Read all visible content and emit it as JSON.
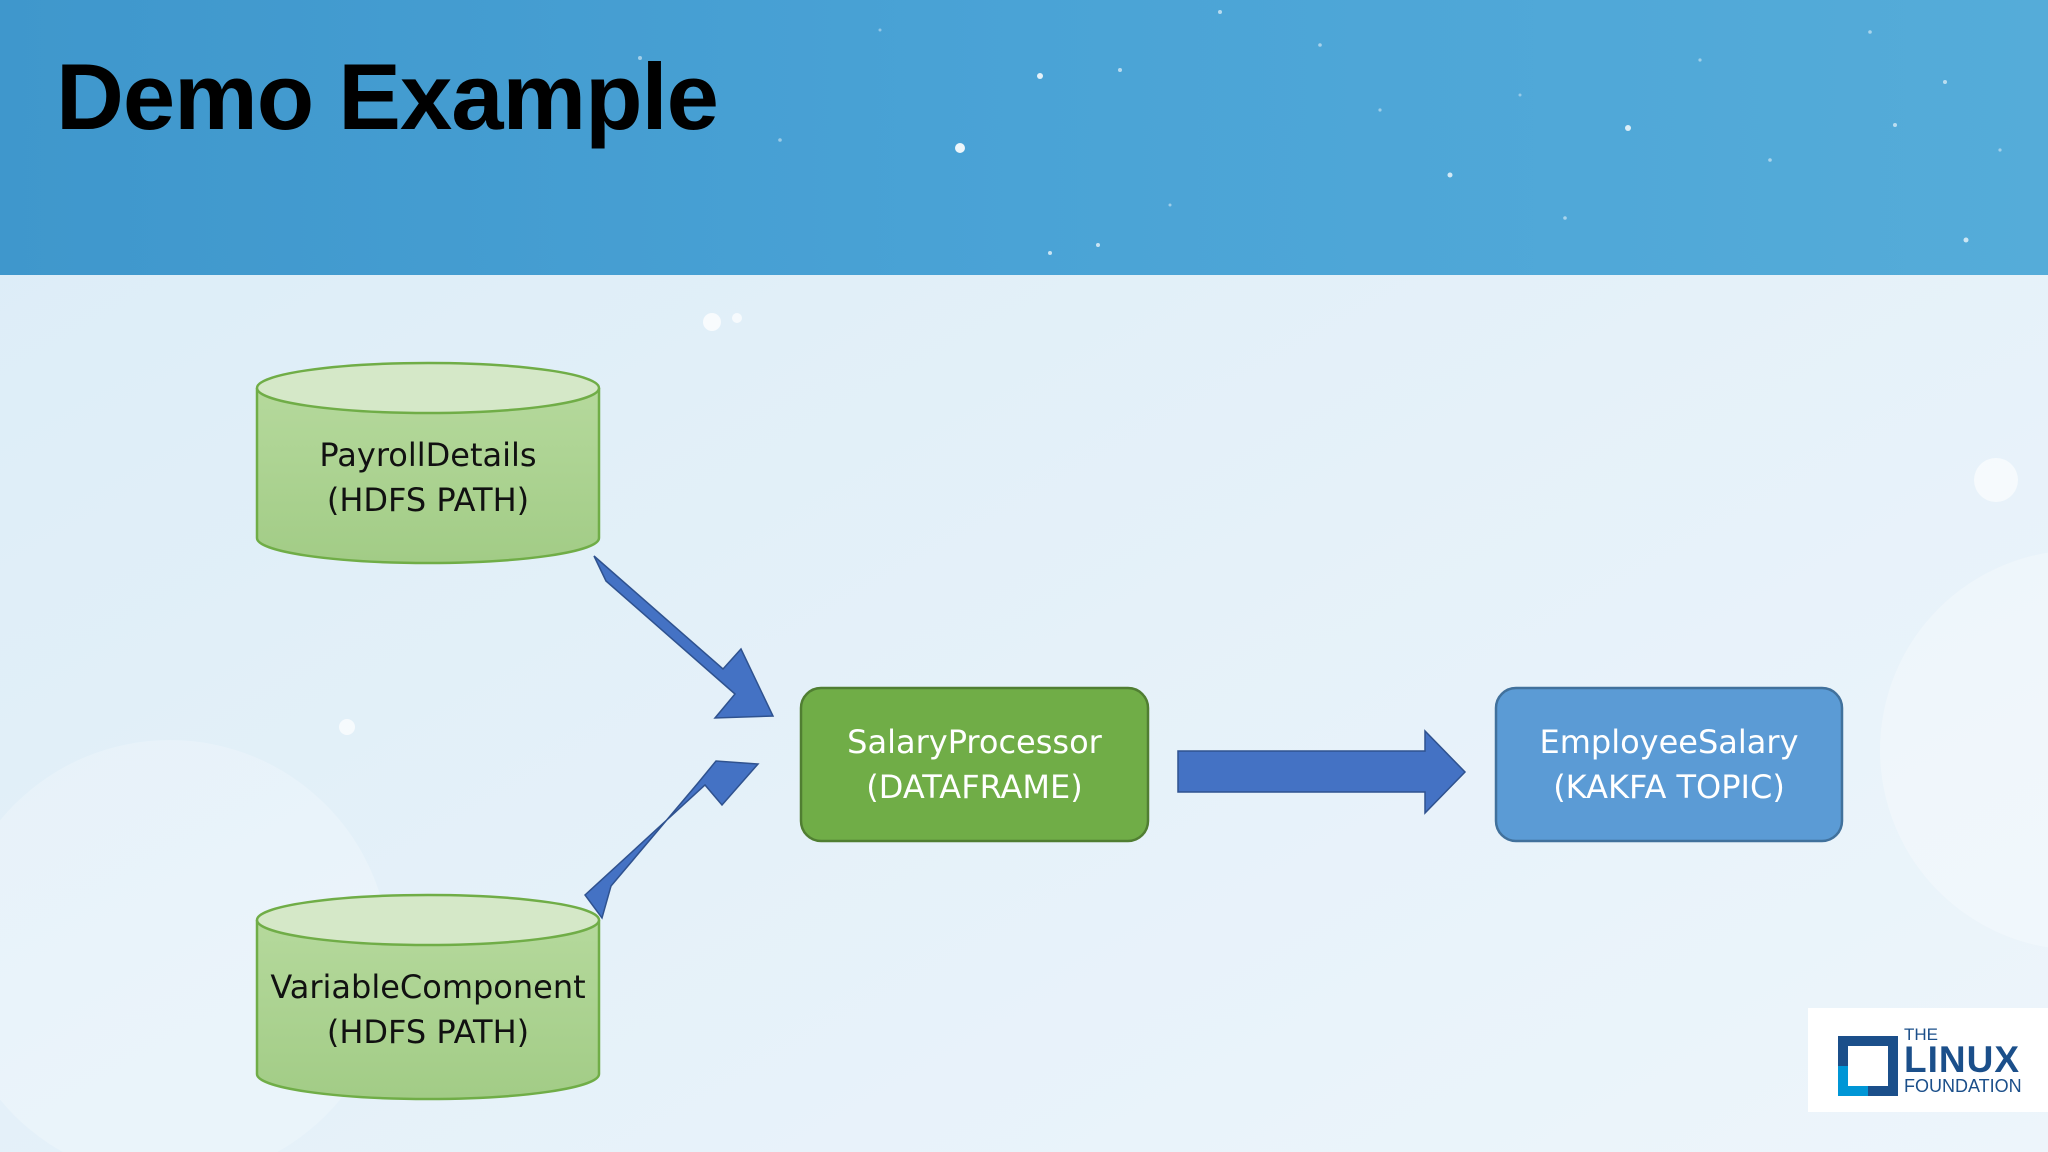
{
  "title": "Demo Example",
  "nodes": {
    "payroll": {
      "line1": "PayrollDetails",
      "line2": "(HDFS PATH)"
    },
    "variable": {
      "line1": "VariableComponent",
      "line2": "(HDFS PATH)"
    },
    "processor": {
      "line1": "SalaryProcessor",
      "line2": "(DATAFRAME)"
    },
    "employee": {
      "line1": "EmployeeSalary",
      "line2": "(KAKFA TOPIC)"
    }
  },
  "logo": {
    "the": "THE",
    "linux": "LINUX",
    "foundation": "FOUNDATION"
  },
  "colors": {
    "header_blue": "#4ba3d4",
    "cylinder_green": "#a9d18e",
    "process_green": "#70ad47",
    "topic_blue": "#5b9bd5",
    "arrow_blue": "#4472c4",
    "logo_blue": "#1b4f8a",
    "logo_accent": "#0096d6"
  }
}
